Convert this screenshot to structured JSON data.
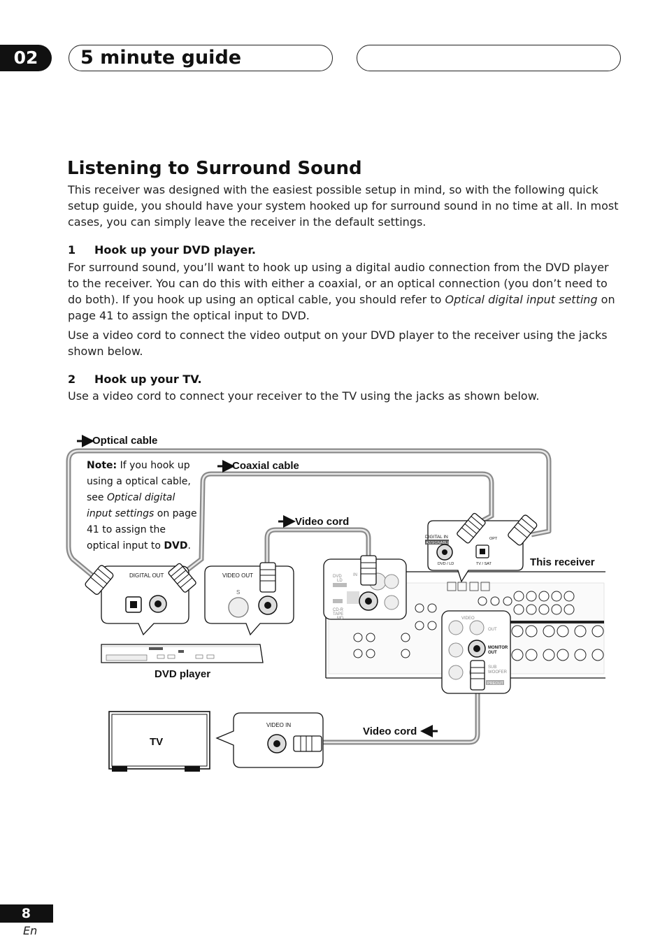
{
  "header": {
    "chapter_number": "02",
    "chapter_title": "5 minute guide"
  },
  "section": {
    "title": "Listening to Surround Sound",
    "intro": "This receiver was designed with the easiest possible setup in mind, so with the following quick setup guide, you should have your system hooked up for surround sound in no time at all. In most cases, you can simply leave the receiver in the default settings."
  },
  "steps": [
    {
      "number": "1",
      "title": "Hook up your DVD player.",
      "para1_before": "For surround sound, you’ll want to hook up using a digital audio connection from the DVD player to the receiver. You can do this with either a coaxial, or an optical connection (you don’t need to do both). If you hook up using an optical cable, you should refer to ",
      "para1_italic": "Optical digital input setting",
      "para1_after": " on page 41 to assign the optical input to DVD.",
      "para2": "Use a video cord to connect the video output on your DVD player to the receiver using the jacks shown below."
    },
    {
      "number": "2",
      "title": "Hook up your TV.",
      "para1": "Use a video cord to connect your receiver to the TV using the jacks as shown below."
    }
  ],
  "diagram": {
    "optical_cable": "Optical cable",
    "coaxial_cable": "Coaxial cable",
    "video_cord_top": "Video cord",
    "video_cord_bottom": "Video cord",
    "this_receiver": "This receiver",
    "dvd_player": "DVD player",
    "tv": "TV",
    "note_label": "Note:",
    "note_text_1": " If you hook up using a optical cable, see ",
    "note_italic": "Optical digital input settings",
    "note_text_2": " on page 41 to assign the optical input to ",
    "note_bold_end": "DVD",
    "note_period": ".",
    "jack_digital_out": "DIGITAL OUT",
    "jack_video_out": "VIDEO OUT",
    "jack_video_in": "VIDEO IN",
    "jack_s": "S",
    "rx_digital_in": "DIGITAL IN",
    "rx_assignable": "ASSIGNABLE",
    "rx_dvd_ld": "DVD / LD",
    "rx_opt": "OPT",
    "rx_tv_sat": "TV / SAT",
    "rx_dvd": "DVD",
    "rx_ld": "LD",
    "rx_in": "IN",
    "rx_cdr": "CD-R",
    "rx_tape": "TAPE",
    "rx_md": "MD",
    "rx_video": "VIDEO",
    "rx_out": "OUT",
    "rx_monitor": "MONITOR",
    "rx_out2": "OUT",
    "rx_sub": "SUB",
    "rx_woofer": "WOOFER",
    "rx_preout": "PREOUT"
  },
  "footer": {
    "page_number": "8",
    "language": "En"
  }
}
